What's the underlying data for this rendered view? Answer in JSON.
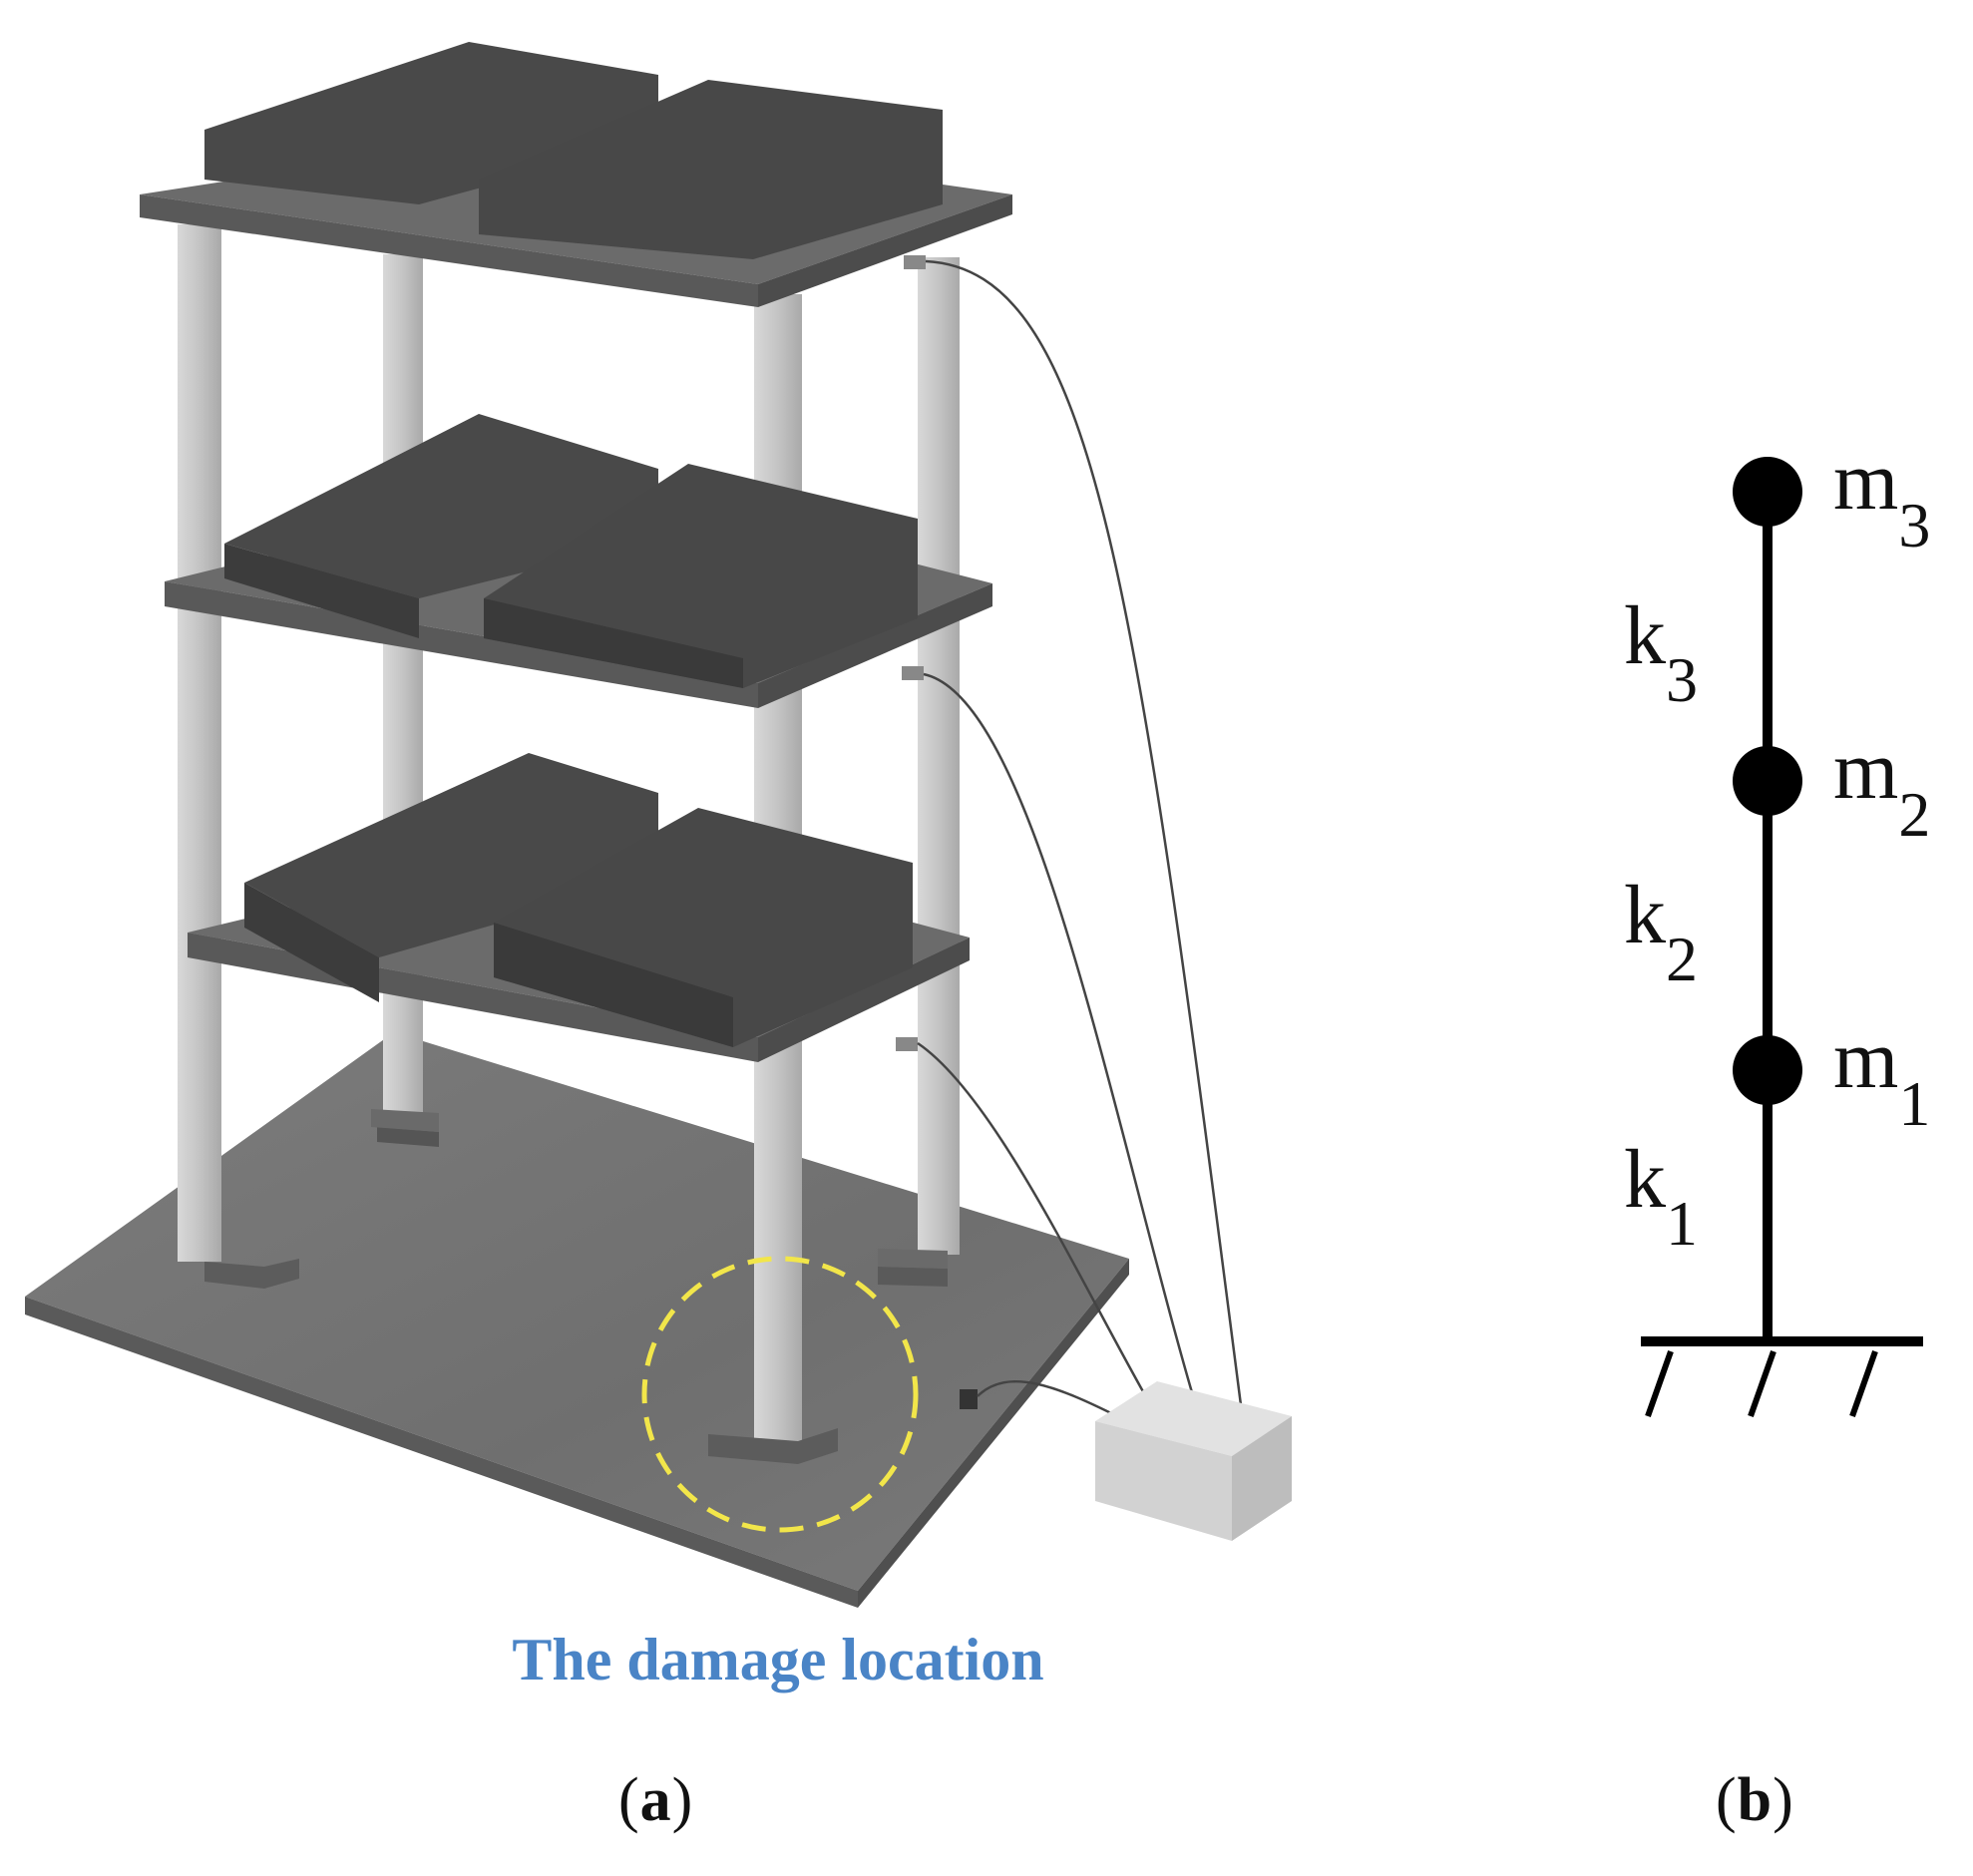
{
  "figure": {
    "damage_caption": "The damage location",
    "panel_a": {
      "open": "(",
      "letter": "a",
      "close": ")"
    },
    "panel_b": {
      "open": "(",
      "letter": "b",
      "close": ")"
    },
    "model": {
      "masses": [
        {
          "symbol": "m",
          "index": "3"
        },
        {
          "symbol": "m",
          "index": "2"
        },
        {
          "symbol": "m",
          "index": "1"
        }
      ],
      "springs": [
        {
          "symbol": "k",
          "index": "3"
        },
        {
          "symbol": "k",
          "index": "2"
        },
        {
          "symbol": "k",
          "index": "1"
        }
      ]
    },
    "colors": {
      "slab": "#6b6b6b",
      "mass_block": "#4a4a4a",
      "column": "#c9c9c9",
      "base_plate": "#7a7a7a",
      "damage_circle": "#f2e64a",
      "caption": "#4a84c6",
      "logger_box": "#d4d4d4"
    }
  }
}
